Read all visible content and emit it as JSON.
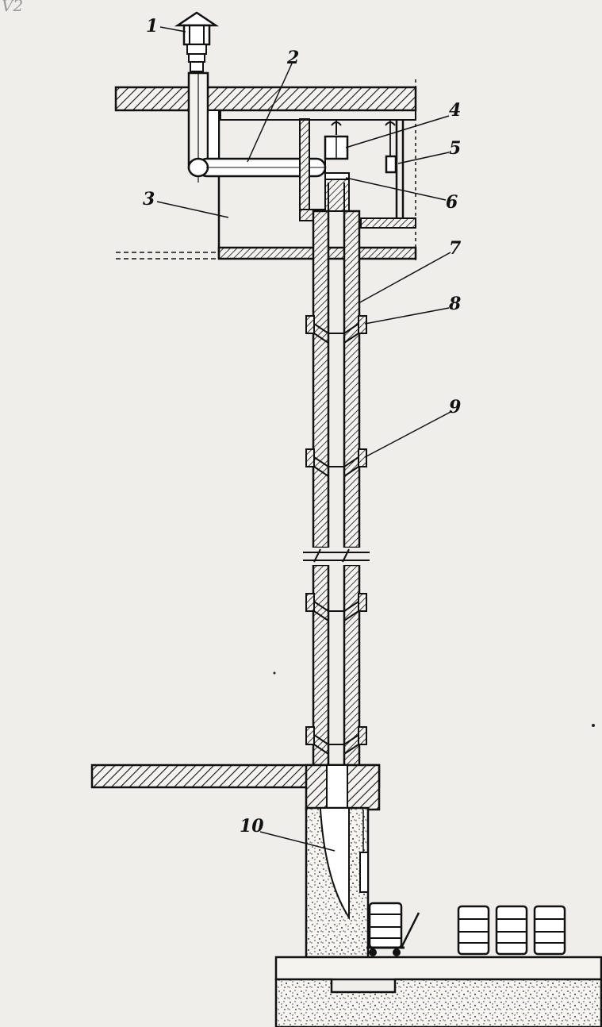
{
  "corner_mark": "V2",
  "callouts": [
    "1",
    "2",
    "3",
    "4",
    "5",
    "6",
    "7",
    "8",
    "9",
    "10"
  ]
}
